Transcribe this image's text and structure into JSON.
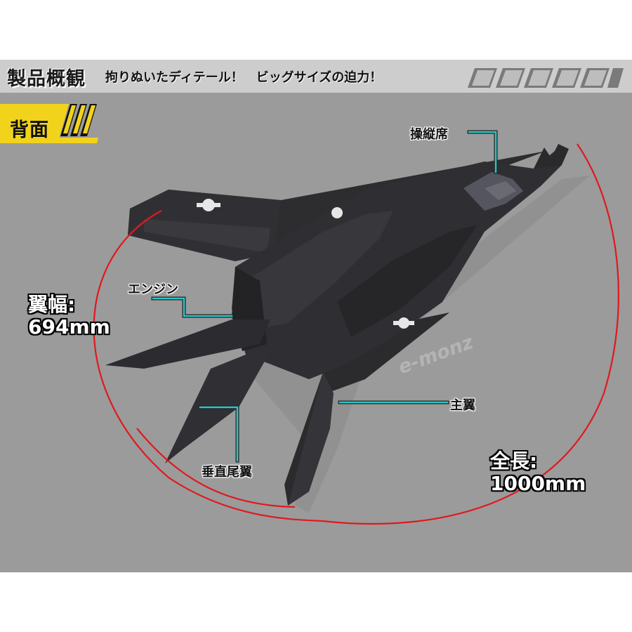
{
  "header": {
    "title": "製品概観",
    "subtitle": "拘りぬいたディテール！　ビッグサイズの迫力！"
  },
  "section_tag": "背面",
  "watermark": "e-monz",
  "callouts": {
    "cockpit": "操縦席",
    "engine": "エンジン",
    "main_wing": "主翼",
    "vertical_tail": "垂直尾翼"
  },
  "dimensions": {
    "wingspan_label": "翼幅:",
    "wingspan_value": "694mm",
    "length_label": "全長:",
    "length_value": "1000mm"
  },
  "colors": {
    "panel": "#9b9b9b",
    "header": "#cdcdcd",
    "tag_yellow": "#f2d31b",
    "callout_line": "#2ec4c4",
    "dimension_arc": "#e0191f",
    "aircraft": "#2a2a2c"
  }
}
